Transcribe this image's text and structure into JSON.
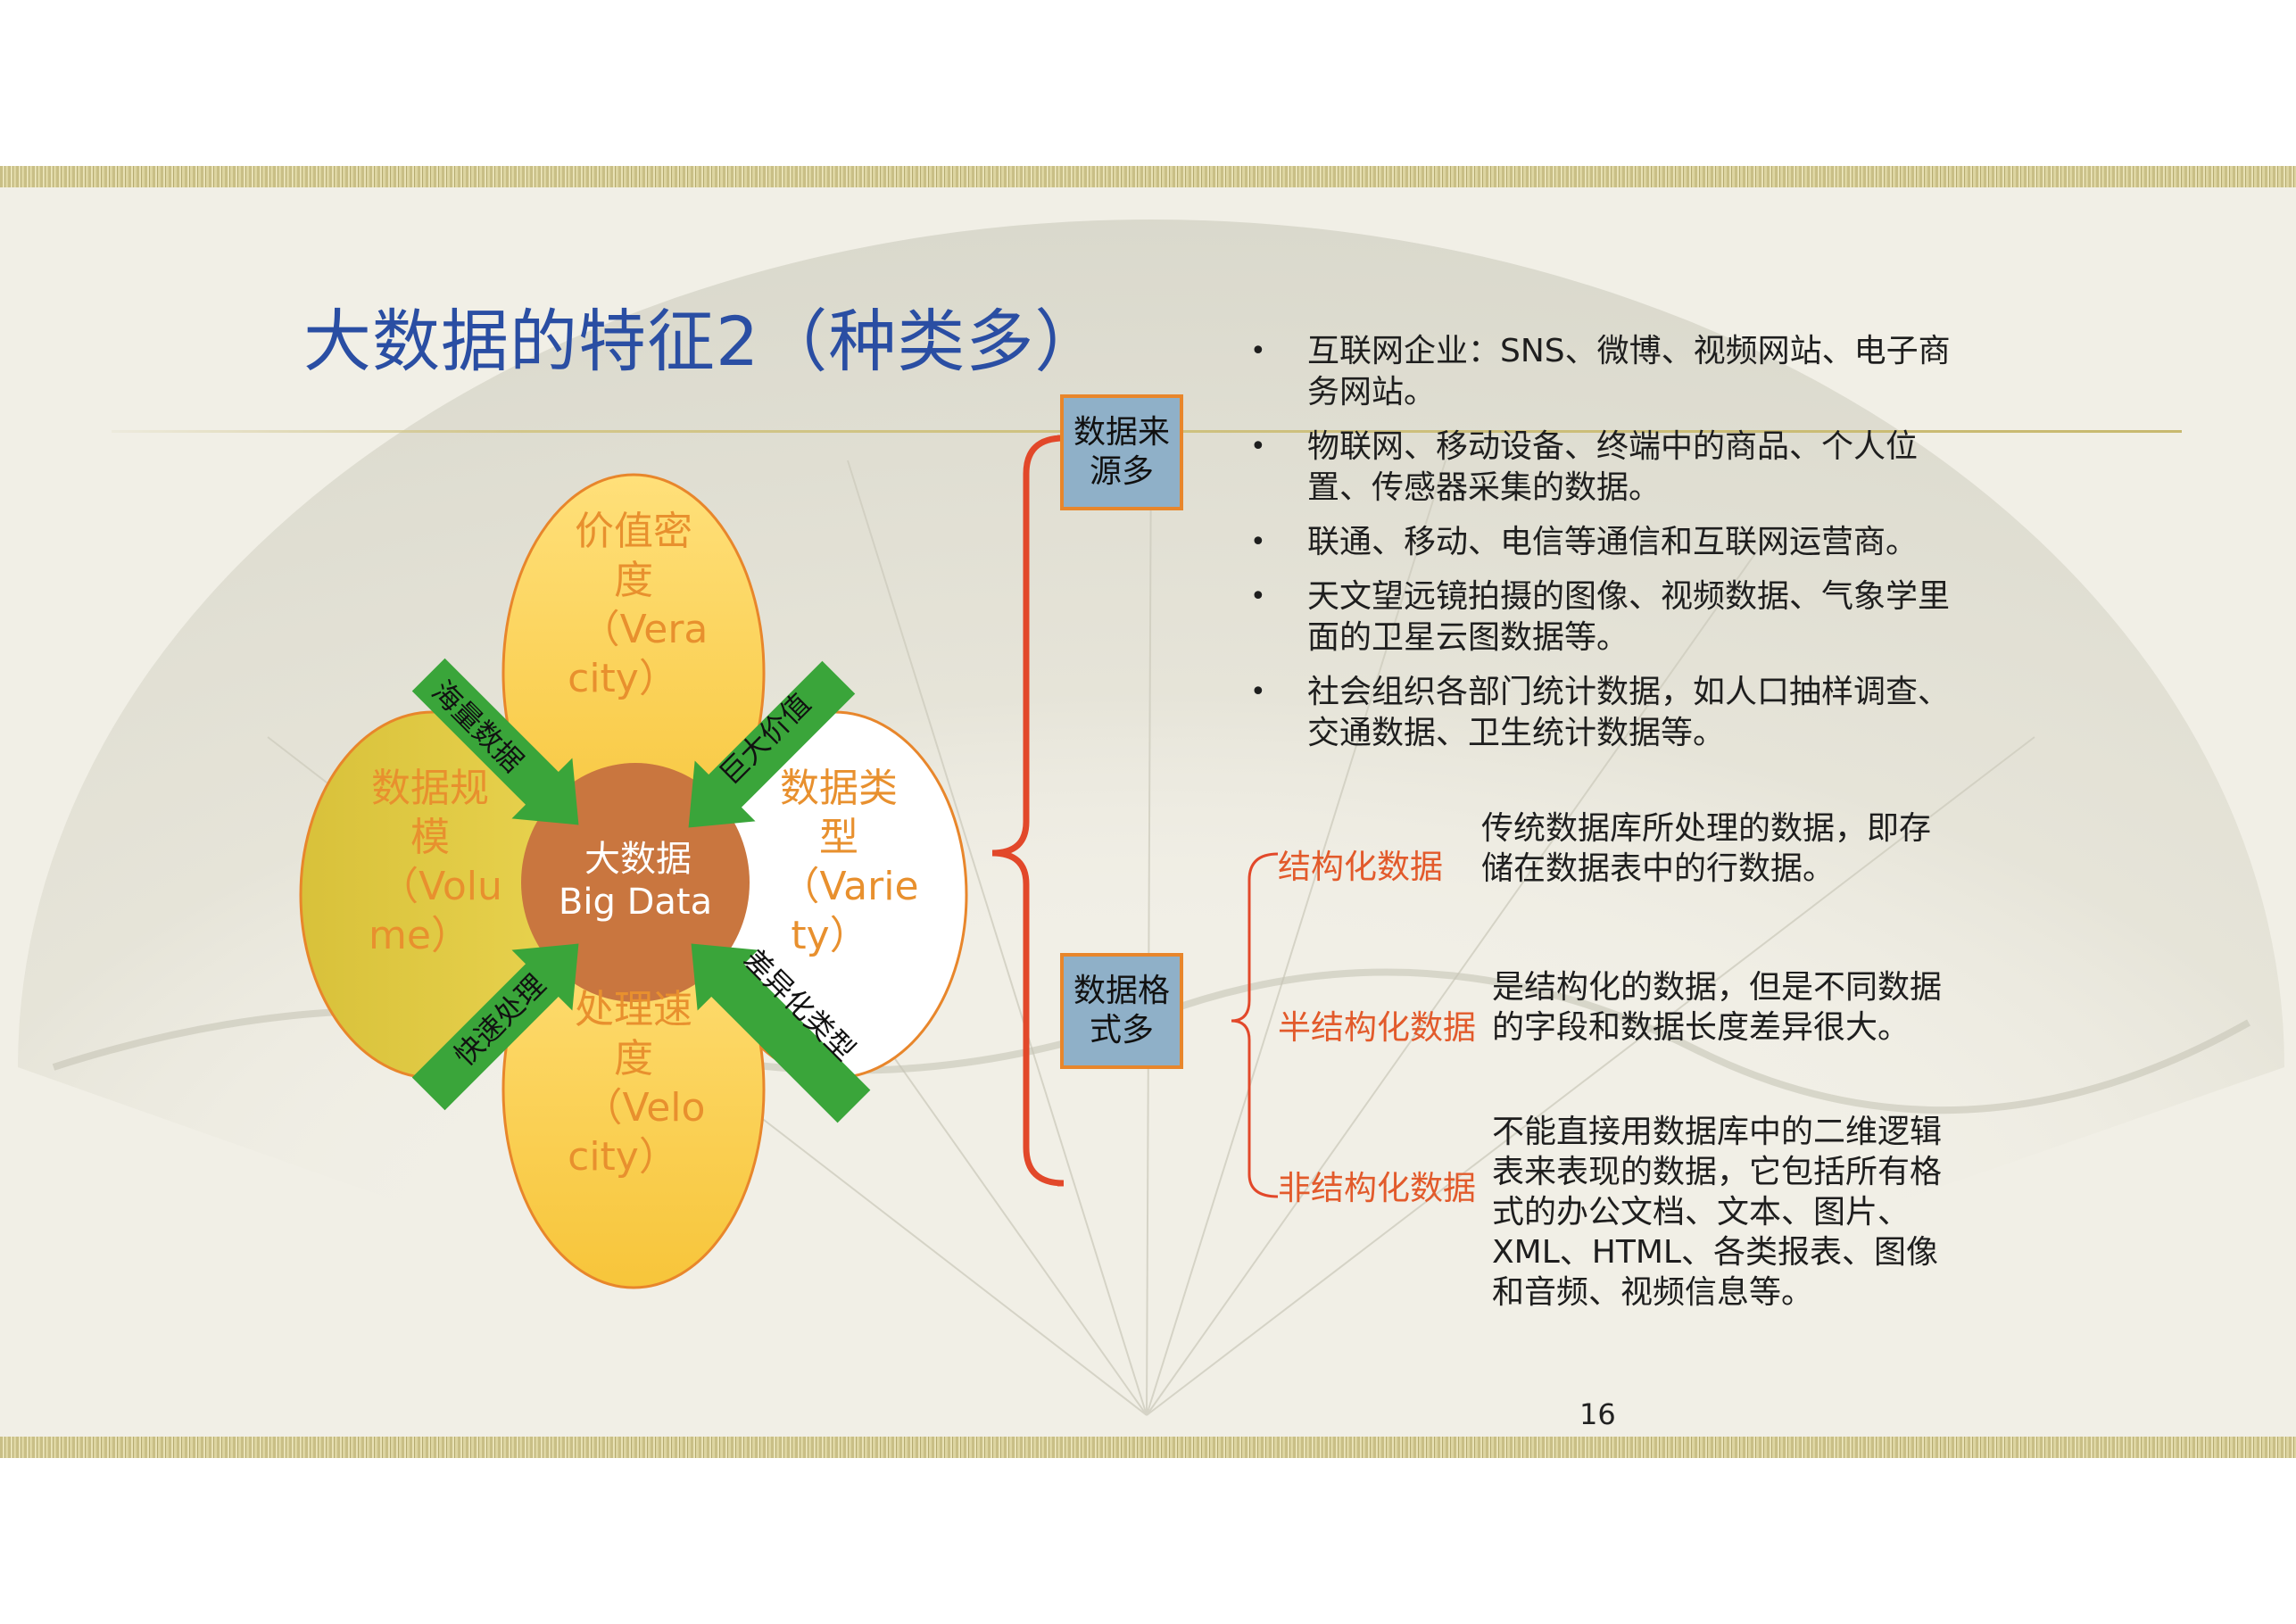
{
  "title": "大数据的特征2（种类多）",
  "flower": {
    "center": [
      "大数据",
      "Big Data"
    ],
    "top": [
      "价值密",
      "度",
      "（Vera",
      "city）"
    ],
    "left": [
      "数据规",
      "模",
      "（Volu",
      "me）"
    ],
    "right": [
      "数据类",
      "型",
      "（Varie",
      "ty）"
    ],
    "bottom": [
      "处理速",
      "度",
      "（Velo",
      "city）"
    ],
    "arrows": [
      "海量数据",
      "巨大价值",
      "快速处理",
      "差异化类型"
    ]
  },
  "sources_box": "数据来源多",
  "sources_bullets": [
    "互联网企业：SNS、微博、视频网站、电子商务网站。",
    "物联网、移动设备、终端中的商品、个人位置、传感器采集的数据。",
    "联通、移动、电信等通信和互联网运营商。",
    "天文望远镜拍摄的图像、视频数据、气象学里面的卫星云图数据等。",
    "社会组织各部门统计数据，如人口抽样调查、交通数据、卫生统计数据等。"
  ],
  "formats_box": "数据格式多",
  "formats": [
    {
      "name": "结构化数据",
      "desc": "传统数据库所处理的数据，即存储在数据表中的行数据。"
    },
    {
      "name": "半结构化数据",
      "desc": "是结构化的数据，但是不同数据的字段和数据长度差异很大。"
    },
    {
      "name": "非结构化数据",
      "desc": "不能直接用数据库中的二维逻辑表来表现的数据，它包括所有格式的办公文档、文本、图片、XML、HTML、各类报表、图像和音频、视频信息等。"
    }
  ],
  "page_number": "16",
  "colors": {
    "title": "#2a4ea3",
    "petal_label": "#e8902e",
    "category": "#e25a2b",
    "box_fill": "#8fb0c8",
    "box_border": "#e8862b",
    "center": "#c9763f",
    "arrow": "#3aa53a"
  }
}
